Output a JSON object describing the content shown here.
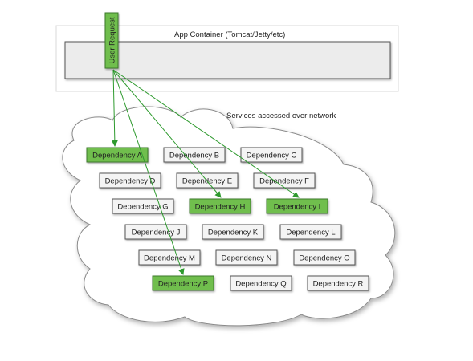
{
  "app_container": {
    "label": "App Container (Tomcat/Jetty/etc)",
    "user_request": "User Request"
  },
  "network": {
    "label": "Services accessed over network"
  },
  "colors": {
    "highlight_fill": "#6fbe4d",
    "highlight_stroke": "#3e7a2a",
    "normal_fill": "#f4f4f4",
    "normal_stroke": "#555555",
    "arrow": "#2e9a2e"
  },
  "dependencies": [
    {
      "id": "A",
      "label": "Dependency A",
      "highlighted": true
    },
    {
      "id": "B",
      "label": "Dependency B",
      "highlighted": false
    },
    {
      "id": "C",
      "label": "Dependency C",
      "highlighted": false
    },
    {
      "id": "D",
      "label": "Dependency D",
      "highlighted": false
    },
    {
      "id": "E",
      "label": "Dependency E",
      "highlighted": false
    },
    {
      "id": "F",
      "label": "Dependency F",
      "highlighted": false
    },
    {
      "id": "G",
      "label": "Dependency G",
      "highlighted": false
    },
    {
      "id": "H",
      "label": "Dependency H",
      "highlighted": true
    },
    {
      "id": "I",
      "label": "Dependency I",
      "highlighted": true
    },
    {
      "id": "J",
      "label": "Dependency J",
      "highlighted": false
    },
    {
      "id": "K",
      "label": "Dependency K",
      "highlighted": false
    },
    {
      "id": "L",
      "label": "Dependency L",
      "highlighted": false
    },
    {
      "id": "M",
      "label": "Dependency M",
      "highlighted": false
    },
    {
      "id": "N",
      "label": "Dependency N",
      "highlighted": false
    },
    {
      "id": "O",
      "label": "Dependency O",
      "highlighted": false
    },
    {
      "id": "P",
      "label": "Dependency P",
      "highlighted": true
    },
    {
      "id": "Q",
      "label": "Dependency Q",
      "highlighted": false
    },
    {
      "id": "R",
      "label": "Dependency R",
      "highlighted": false
    }
  ],
  "connections": [
    {
      "from": "user_request",
      "to": "A"
    },
    {
      "from": "user_request",
      "to": "P"
    },
    {
      "from": "user_request",
      "to": "H"
    },
    {
      "from": "user_request",
      "to": "I"
    }
  ]
}
